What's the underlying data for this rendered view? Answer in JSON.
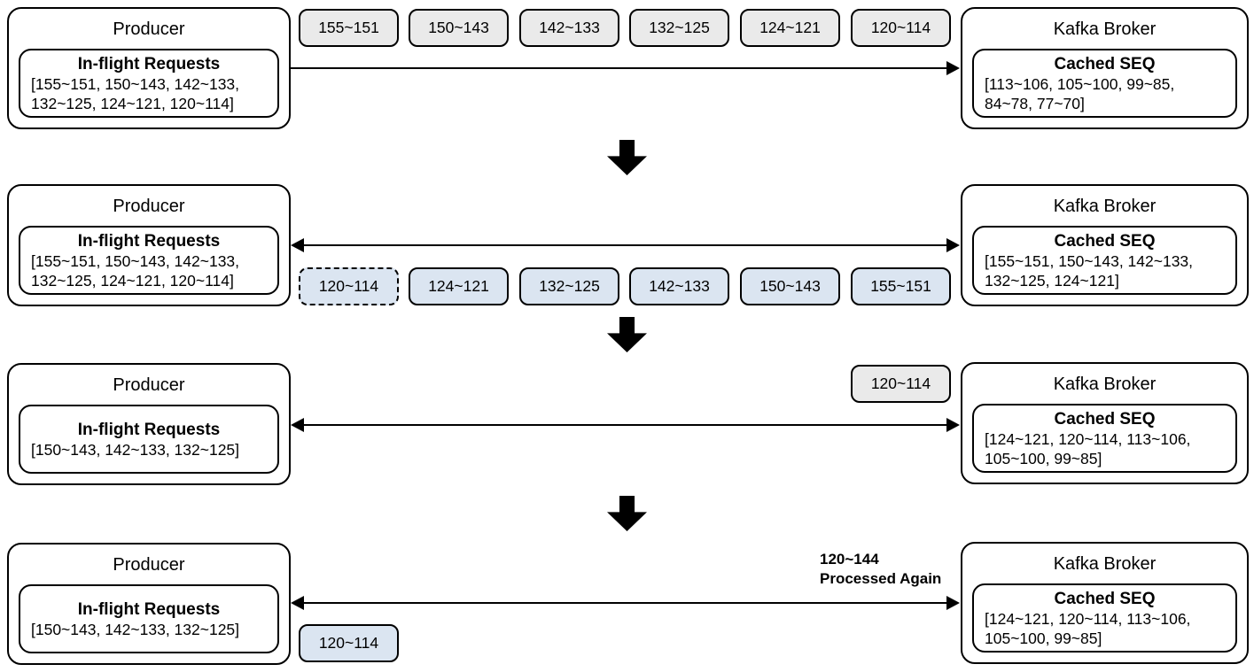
{
  "palette": {
    "background": "#ffffff",
    "line": "#000000",
    "chip_gray": "#eaeaea",
    "chip_blue": "#dbe5f1"
  },
  "stages": [
    {
      "producer": {
        "title": "Producer",
        "panel_title": "In-flight Requests",
        "panel_lines": [
          "[155~151, 150~143, 142~133,",
          "132~125, 124~121, 120~114]"
        ]
      },
      "broker": {
        "title": "Kafka Broker",
        "panel_title": "Cached SEQ",
        "panel_lines": [
          "[113~106, 105~100, 99~85,",
          "84~78, 77~70]"
        ]
      },
      "chips": [
        "155~151",
        "150~143",
        "142~133",
        "132~125",
        "124~121",
        "120~114"
      ],
      "arrow_direction": "producer-to-broker"
    },
    {
      "producer": {
        "title": "Producer",
        "panel_title": "In-flight Requests",
        "panel_lines": [
          "[155~151, 150~143, 142~133,",
          "132~125, 124~121, 120~114]"
        ]
      },
      "broker": {
        "title": "Kafka Broker",
        "panel_title": "Cached SEQ",
        "panel_lines": [
          "[155~151, 150~143, 142~133,",
          "132~125, 124~121]"
        ]
      },
      "chips": [
        "120~114",
        "124~121",
        "132~125",
        "142~133",
        "150~143",
        "155~151"
      ],
      "arrow_direction": "bidirectional"
    },
    {
      "producer": {
        "title": "Producer",
        "panel_title": "In-flight Requests",
        "panel_lines": [
          "[150~143, 142~133, 132~125]"
        ]
      },
      "broker": {
        "title": "Kafka Broker",
        "panel_title": "Cached SEQ",
        "panel_lines": [
          "[124~121, 120~114, 113~106,",
          "105~100, 99~85]"
        ]
      },
      "chips": [
        "120~114"
      ],
      "arrow_direction": "bidirectional"
    },
    {
      "producer": {
        "title": "Producer",
        "panel_title": "In-flight Requests",
        "panel_lines": [
          "[150~143, 142~133, 132~125]"
        ]
      },
      "broker": {
        "title": "Kafka Broker",
        "panel_title": "Cached SEQ",
        "panel_lines": [
          "[124~121, 120~114, 113~106,",
          "105~100, 99~85]"
        ]
      },
      "chips": [
        "120~114"
      ],
      "annotation_lines": [
        "120~144",
        "Processed Again"
      ],
      "arrow_direction": "bidirectional"
    }
  ]
}
